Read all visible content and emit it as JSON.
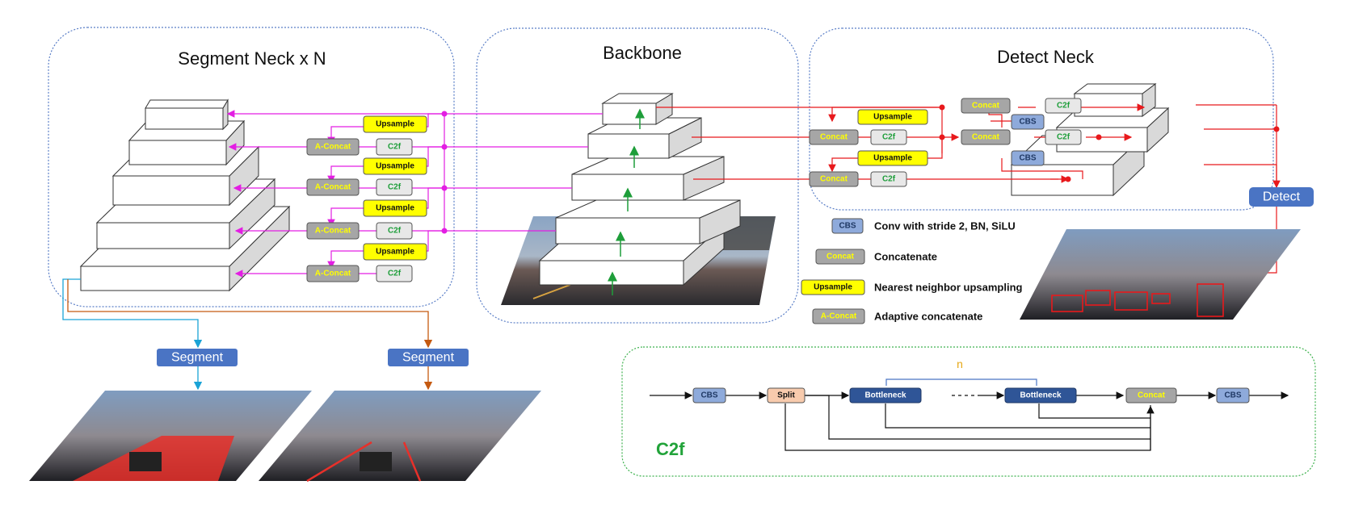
{
  "panels": {
    "segment_neck_title": "Segment Neck x N",
    "backbone_title": "Backbone",
    "detect_neck_title": "Detect Neck"
  },
  "blocks": {
    "upsample": "Upsample",
    "a_concat": "A-Concat",
    "c2f": "C2f",
    "concat": "Concat",
    "cbs": "CBS",
    "split": "Split",
    "bottleneck": "Bottleneck"
  },
  "heads": {
    "segment_left": "Segment",
    "segment_right": "Segment",
    "detect": "Detect"
  },
  "legend": [
    {
      "key": "CBS",
      "text": "Conv with stride 2, BN, SiLU"
    },
    {
      "key": "Concat",
      "text": "Concatenate"
    },
    {
      "key": "Upsample",
      "text": "Nearest neighbor upsampling"
    },
    {
      "key": "A-Concat",
      "text": "Adaptive concatenate"
    }
  ],
  "c2f_panel": {
    "title": "C2f",
    "repeat_label": "n"
  },
  "colors": {
    "magenta": "#e31ee3",
    "red": "#e8191c",
    "blue_box": "#4a74c4",
    "cbs": "#8eaadb",
    "bottleneck": "#2f5597",
    "split": "#f8cbad",
    "upsample": "#ffff00",
    "concat_gray": "#a6a6a6",
    "c2f_green_title": "#22a33a",
    "segment_teal": "#1aa3d6",
    "segment_orange": "#c55a11"
  }
}
